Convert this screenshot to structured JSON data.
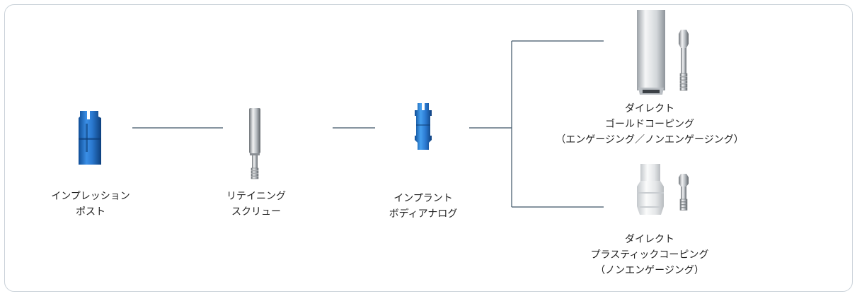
{
  "components": [
    {
      "id": "impression-post",
      "lines": [
        "インプレッション",
        "ポスト"
      ]
    },
    {
      "id": "retaining-screw",
      "lines": [
        "リテイニング",
        "スクリュー"
      ]
    },
    {
      "id": "implant-body-analog",
      "lines": [
        "インプラント",
        "ボディアナログ"
      ]
    },
    {
      "id": "direct-gold-coping",
      "lines": [
        "ダイレクト",
        "ゴールドコーピング",
        "（エンゲージング／ノンエンゲージング）"
      ]
    },
    {
      "id": "direct-plastic-coping",
      "lines": [
        "ダイレクト",
        "プラスティックコーピング",
        "（ノンエンゲージング）"
      ]
    }
  ],
  "colors": {
    "frame_border": "#c9d1d8",
    "connector": "#3d5566",
    "blue_part": "#2b7fd4",
    "metal_part": "#c8ccd0",
    "white_part": "#eceef0"
  },
  "icons": [
    "impression-post-icon",
    "retaining-screw-icon",
    "body-analog-icon",
    "gold-coping-icon",
    "gold-screw-icon",
    "plastic-coping-icon",
    "plastic-screw-icon"
  ]
}
